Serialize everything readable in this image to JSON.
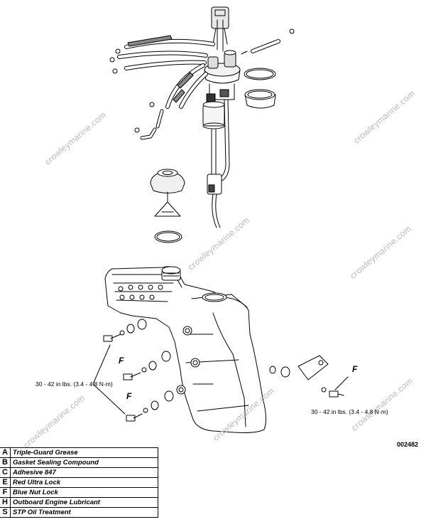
{
  "watermark": "crowleymarine.com",
  "callouts": {
    "left_upper": "F",
    "left_lower": "F",
    "right": "F"
  },
  "torque": {
    "left": "30 - 42 in lbs. (3.4 - 4.8 N·m)",
    "right": "30 - 42 in lbs. (3.4 - 4.8 N·m)"
  },
  "figure_id": "002482",
  "legend": [
    {
      "key": "A",
      "text": "Triple-Guard Grease"
    },
    {
      "key": "B",
      "text": "Gasket Sealing Compound"
    },
    {
      "key": "C",
      "text": "Adhesive 847"
    },
    {
      "key": "E",
      "text": "Red Ultra Lock"
    },
    {
      "key": "F",
      "text": "Blue Nut Lock"
    },
    {
      "key": "H",
      "text": "Outboard Engine Lubricant"
    },
    {
      "key": "S",
      "text": "STP Oil Treatment"
    }
  ]
}
